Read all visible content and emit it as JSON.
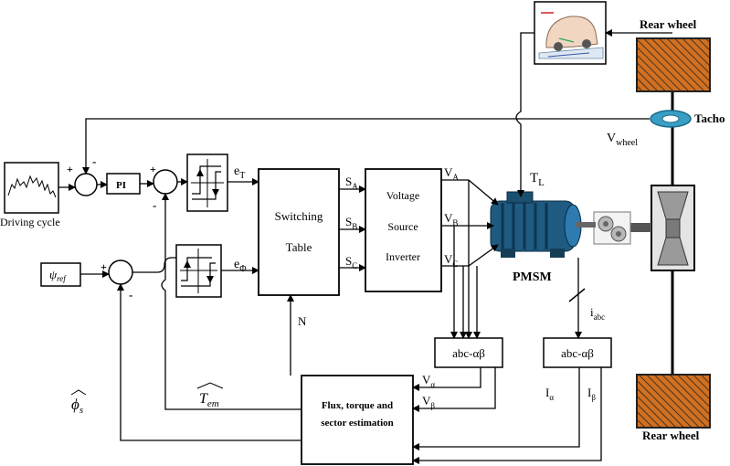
{
  "labels": {
    "rear_wheel_top": "Rear wheel",
    "rear_wheel_bottom": "Rear wheel",
    "tacho": "Tacho",
    "v_wheel": "V",
    "v_wheel_sub": "wheel",
    "t_load": "T",
    "t_load_sub": "L",
    "driving_cycle": "Driving cycle",
    "pi": "PI",
    "e_t": "e",
    "e_t_sub": "T",
    "e_phi": "e",
    "e_phi_sub": "Φ",
    "switching_table_line1": "Switching",
    "switching_table_line2": "Table",
    "inverter_line1": "Voltage",
    "inverter_line2": "Source",
    "inverter_line3": "Inverter",
    "s_a": "S",
    "s_a_sub": "A",
    "s_b": "S",
    "s_b_sub": "B",
    "s_c": "S",
    "s_c_sub": "C",
    "v_a": "V",
    "v_a_sub": "A",
    "v_b": "V",
    "v_b_sub": "B",
    "v_c": "V",
    "v_c_sub": "C",
    "pmsm": "PMSM",
    "i_abc": "i",
    "i_abc_sub": "abc",
    "n": "N",
    "abc_ab_left": "abc-αβ",
    "abc_ab_right": "abc-αβ",
    "v_alpha": "V",
    "v_alpha_sub": "α",
    "v_beta": "V",
    "v_beta_sub": "β",
    "i_alpha": "I",
    "i_alpha_sub": "α",
    "i_beta": "I",
    "i_beta_sub": "β",
    "estimation_line1": "Flux, torque and",
    "estimation_line2": "sector estimation",
    "psi_ref": "ψ",
    "psi_ref_sub": "ref",
    "phi_s": "ϕ",
    "phi_s_sub": "s",
    "t_em": "T",
    "t_em_sub": "em",
    "sign_plus_1": "+",
    "sign_minus_1": "-",
    "sign_plus_2": "+",
    "sign_minus_2": "-",
    "sign_plus_3": "+",
    "sign_minus_3": "-"
  },
  "colors": {
    "wheel_fill": "#d07020",
    "tacho": "#3a9ec4",
    "motor": "#1f5a80",
    "stroke": "#000000"
  },
  "icons": [
    "car-on-slope-icon",
    "motor-icon",
    "gearbox-icon",
    "differential-icon"
  ]
}
